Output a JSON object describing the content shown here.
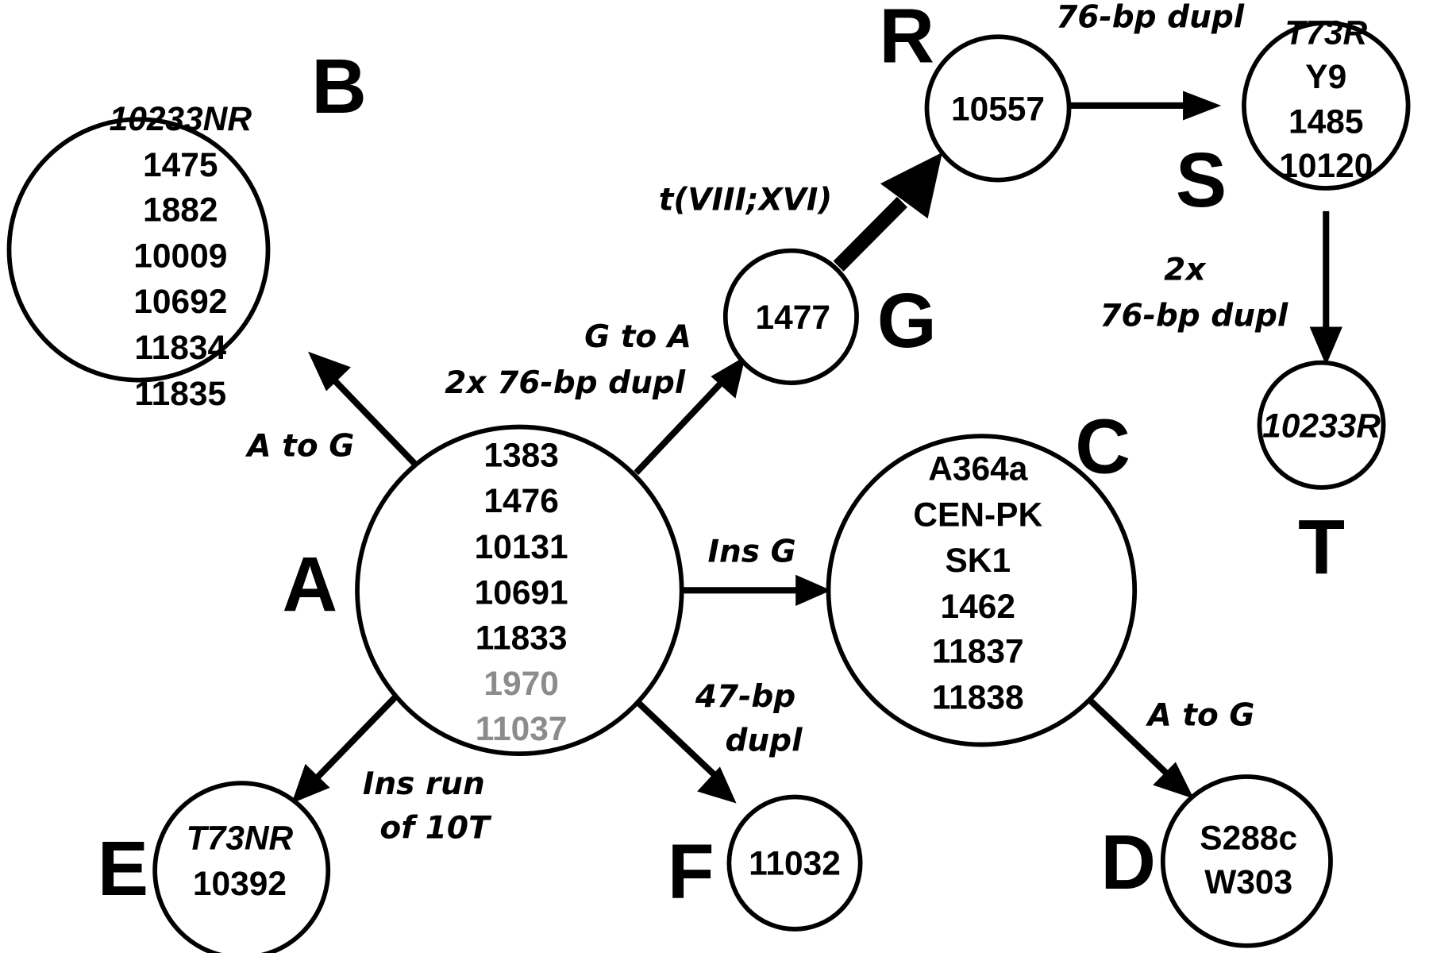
{
  "nodes": {
    "A": {
      "letter": "A",
      "strains": [
        "1383",
        "1476",
        "10131",
        "10691",
        "11833"
      ],
      "faded_strains": [
        "1970",
        "11037"
      ]
    },
    "B": {
      "letter": "B",
      "italic_strain": "10233NR",
      "strains": [
        "1475",
        "1882",
        "10009",
        "10692",
        "11834",
        "11835"
      ]
    },
    "C": {
      "letter": "C",
      "strains": [
        "A364a",
        "CEN-PK",
        "SK1",
        "1462",
        "11837",
        "11838"
      ]
    },
    "D": {
      "letter": "D",
      "strains": [
        "S288c",
        "W303"
      ]
    },
    "E": {
      "letter": "E",
      "italic_strain": "T73NR",
      "strains": [
        "10392"
      ]
    },
    "F": {
      "letter": "F",
      "strains": [
        "11032"
      ]
    },
    "G": {
      "letter": "G",
      "strains": [
        "1477"
      ]
    },
    "R": {
      "letter": "R",
      "strains": [
        "10557"
      ]
    },
    "S": {
      "letter": "S",
      "italic_strain": "T73R",
      "strains": [
        "Y9",
        "1485",
        "10120"
      ]
    },
    "T": {
      "letter": "T",
      "italic_strain": "10233R",
      "strains": []
    }
  },
  "edges": {
    "A_B": {
      "from": "A",
      "to": "B",
      "label": "A to G"
    },
    "A_G": {
      "from": "A",
      "to": "G",
      "label_lines": [
        "G to A",
        "2x 76-bp dupl"
      ]
    },
    "G_R": {
      "from": "G",
      "to": "R",
      "label": "t(VIII;XVI)"
    },
    "R_S": {
      "from": "R",
      "to": "S",
      "label": "76-bp dupl"
    },
    "S_T": {
      "from": "S",
      "to": "T",
      "label_lines": [
        "2x",
        "76-bp dupl"
      ]
    },
    "A_C": {
      "from": "A",
      "to": "C",
      "label": "Ins G"
    },
    "C_D": {
      "from": "C",
      "to": "D",
      "label": "A to G"
    },
    "A_E": {
      "from": "A",
      "to": "E",
      "label_lines": [
        "Ins run",
        "of 10T"
      ]
    },
    "A_F": {
      "from": "A",
      "to": "F",
      "label_lines": [
        "47-bp",
        "dupl"
      ]
    }
  }
}
